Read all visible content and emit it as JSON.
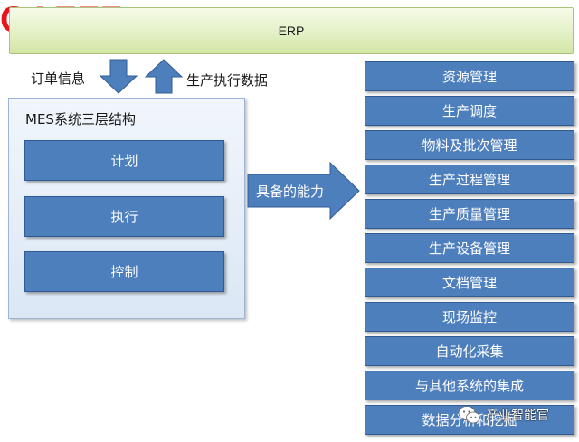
{
  "logo": {
    "text": "CAFFZ",
    "color": "#e8141c"
  },
  "erp": {
    "label": "ERP"
  },
  "flows": {
    "down_label": "订单信息",
    "up_label": "生产执行数据"
  },
  "mes": {
    "title": "MES系统三层结构",
    "layers": [
      "计划",
      "执行",
      "控制"
    ]
  },
  "ability_label": "具备的能力",
  "capabilities": [
    "资源管理",
    "生产调度",
    "物料及批次管理",
    "生产过程管理",
    "生产质量管理",
    "生产设备管理",
    "文档管理",
    "现场监控",
    "自动化采集",
    "与其他系统的集成",
    "数据分析和挖掘"
  ],
  "watermark": {
    "text": "产业智能官",
    "icon": "wechat-icon"
  },
  "colors": {
    "box_fill": "#4e7fbd",
    "box_border": "#2f5b92",
    "erp_fill": "#e3f0c6",
    "panel_fill": "#dbe7f5"
  }
}
